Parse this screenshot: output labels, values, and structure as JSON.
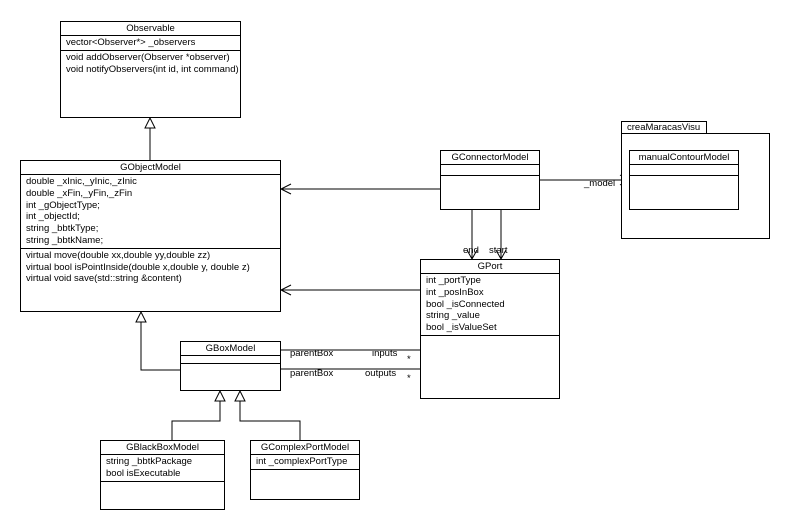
{
  "classes": {
    "observable": {
      "name": "Observable",
      "attributes": [
        "vector<Observer*> _observers"
      ],
      "operations": [
        "void addObserver(Observer *observer)",
        "void notifyObservers(int id, int command)"
      ]
    },
    "gobjectmodel": {
      "name": "GObjectModel",
      "attributes": [
        "double _xInic,_yInic,_zInic",
        "double _xFin,_yFin,_zFin",
        "int _gObjectType;",
        "int _objectId;",
        "string _bbtkType;",
        "string _bbtkName;"
      ],
      "operations": [
        "virtual move(double xx,double yy,double zz)",
        "virtual bool isPointInside(double x,double y, double z)",
        "virtual void save(std::string &content)"
      ]
    },
    "gconnectormodel": {
      "name": "GConnectorModel"
    },
    "gport": {
      "name": "GPort",
      "attributes": [
        "int _portType",
        "int _posInBox",
        "bool _isConnected",
        "string _value",
        "bool _isValueSet"
      ]
    },
    "gboxmodel": {
      "name": "GBoxModel"
    },
    "gblackboxmodel": {
      "name": "GBlackBoxModel",
      "attributes": [
        "string _bbtkPackage",
        "bool isExecutable"
      ]
    },
    "gcomplexportmodel": {
      "name": "GComplexPortModel",
      "attributes": [
        "int _complexPortType"
      ]
    }
  },
  "package": {
    "name": "creaMaracasVisu",
    "inner_class": "manualContourModel"
  },
  "labels": {
    "model": "_model",
    "end": "end",
    "start": "start",
    "parent_box_1": "parentBox",
    "inputs": "inputs",
    "mult_1": "*",
    "parent_box_2": "parentBox",
    "outputs": "outputs",
    "mult_2": "*"
  }
}
